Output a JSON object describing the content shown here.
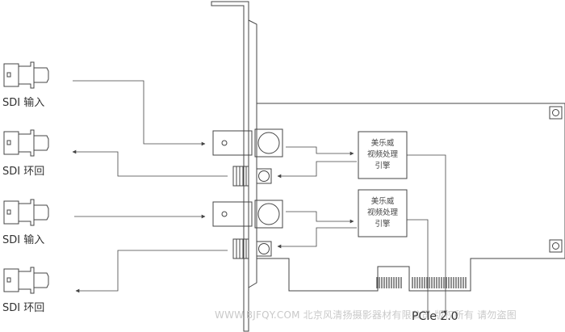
{
  "ports": [
    {
      "label": "SDI 输入",
      "direction": "in"
    },
    {
      "label": "SDI 环回",
      "direction": "out"
    },
    {
      "label": "SDI 输入",
      "direction": "in"
    },
    {
      "label": "SDI 环回",
      "direction": "out"
    }
  ],
  "engines": [
    {
      "lines": [
        "美乐威",
        "视频处理",
        "引擎"
      ]
    },
    {
      "lines": [
        "美乐威",
        "视频处理",
        "引擎"
      ]
    }
  ],
  "bus_label": "PCIe 2.0",
  "watermark": "WWW.BJFQY.COM 北京风清扬摄影器材有限公司 版权所有 请勿盗图",
  "colors": {
    "line": "#444444",
    "watermark": "#c9c9c9"
  }
}
